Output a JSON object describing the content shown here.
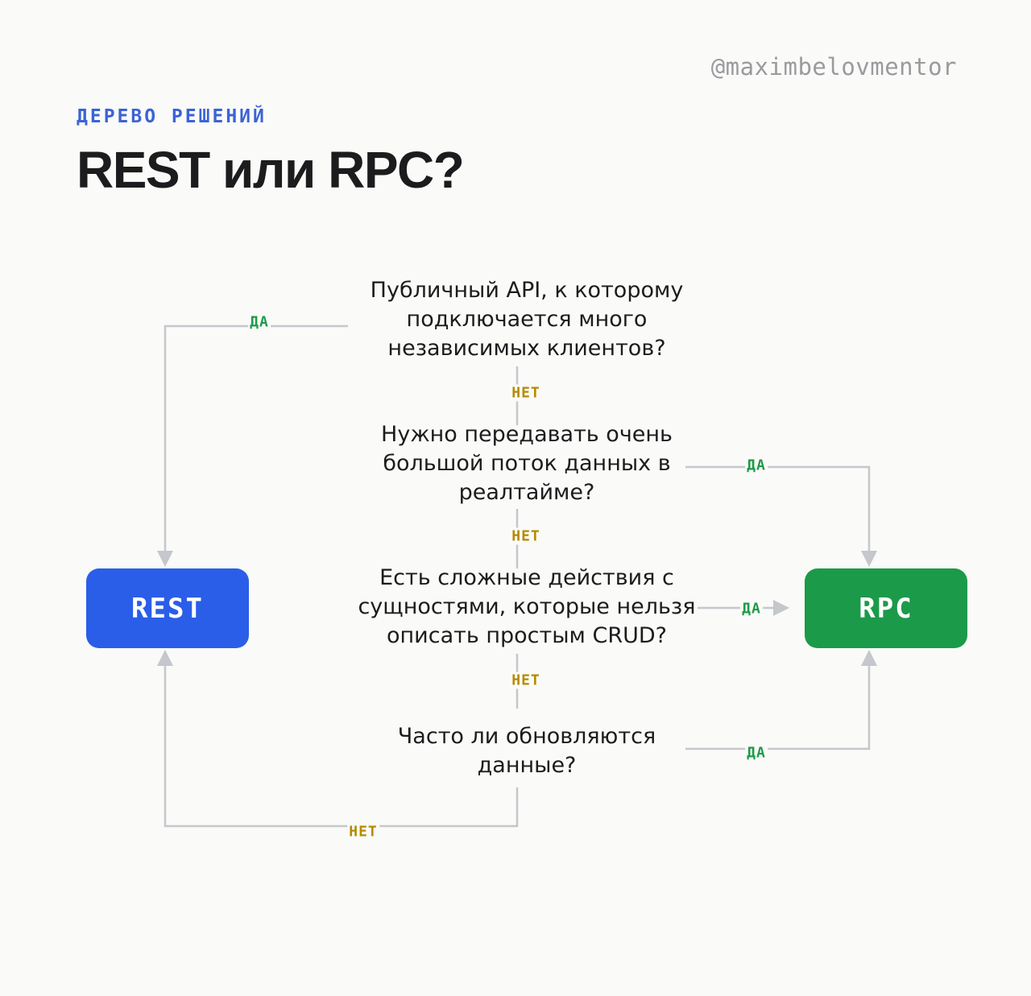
{
  "header": {
    "handle": "@maximbelovmentor",
    "eyebrow": "ДЕРЕВО РЕШЕНИЙ",
    "title": "REST или RPC?"
  },
  "questions": [
    "Публичный API, к которому\nподключается много\nнезависимых клиентов?",
    "Нужно передавать очень\nбольшой поток данных в\nреалтайме?",
    "Есть сложные действия с\nсущностями, которые нельзя\nописать простым CRUD?",
    "Часто ли обновляются\nданные?"
  ],
  "labels": {
    "yes": "ДА",
    "no": "НЕТ"
  },
  "outcomes": {
    "rest": "REST",
    "rpc": "RPC"
  },
  "colors": {
    "accent": "#3b63d6",
    "rest": "#2a5ee8",
    "rpc": "#1b9a4a",
    "yes": "#1f9a49",
    "no": "#b68a00",
    "line": "#c4c7cc"
  }
}
